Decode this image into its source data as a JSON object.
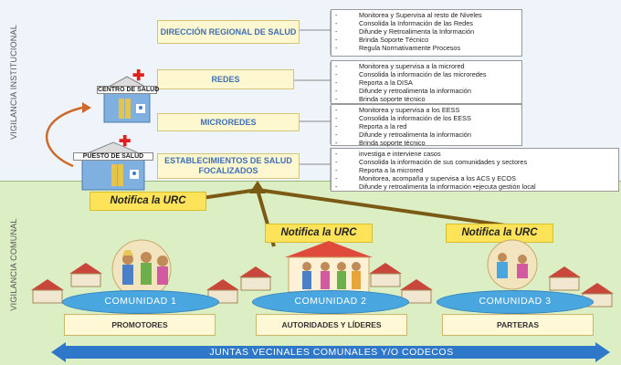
{
  "side_labels": {
    "institutional": "VIGILANCIA INSTITUCIONAL",
    "community": "VIGILANCIA COMUNAL"
  },
  "levels": [
    {
      "name": "DIRECCIÓN REGIONAL DE SALUD",
      "tasks": [
        "Monitorea y Supervisa al resto de Niveles",
        "Consolida la Información de las Redes",
        "Difunde y Retroalimenta la Información",
        "Brinda Soporte Técnico",
        "Regula Normativamente Procesos"
      ]
    },
    {
      "name": "REDES",
      "tasks": [
        "Monitorea y supervisa a la microred",
        "Consolida la información de las microredes",
        "Reporta a la DISA",
        "Difunde y retroalimenta la información",
        "Brinda soporte técnico"
      ]
    },
    {
      "name": "MICROREDES",
      "tasks": [
        "Monitorea y supervisa a los EESS",
        "Consolida la información de los EESS",
        "Reporta a la red",
        "Difunde y retroalimenta la información",
        "Brinda soporte técnico"
      ]
    },
    {
      "name": "ESTABLECIMIENTOS DE SALUD FOCALIZADOS",
      "tasks": [
        "investiga e interviene casos",
        "Consolida la información de sus comunidades y sectores",
        "Reporta a la microred",
        "Monitorea, acompaña y supervisa a los ACS y  ECOS",
        "Difunde y retroalimenta la información •ejecuta gestión local"
      ]
    }
  ],
  "facilities": {
    "centro": "CENTRO DE SALUD",
    "puesto": "PUESTO DE SALUD"
  },
  "notify_label": "Notifica la URC",
  "communities": [
    {
      "name": "COMUNIDAD 1",
      "actor": "PROMOTORES"
    },
    {
      "name": "COMUNIDAD 2",
      "actor": "AUTORIDADES Y LÍDERES"
    },
    {
      "name": "COMUNIDAD 3",
      "actor": "PARTERAS"
    }
  ],
  "bottom_bar": "JUNTAS VECINALES COMUNALES Y/O CODECOS",
  "colors": {
    "arrow": "#7a5a14",
    "cross": "#e02020",
    "bar": "#2f77c8"
  }
}
